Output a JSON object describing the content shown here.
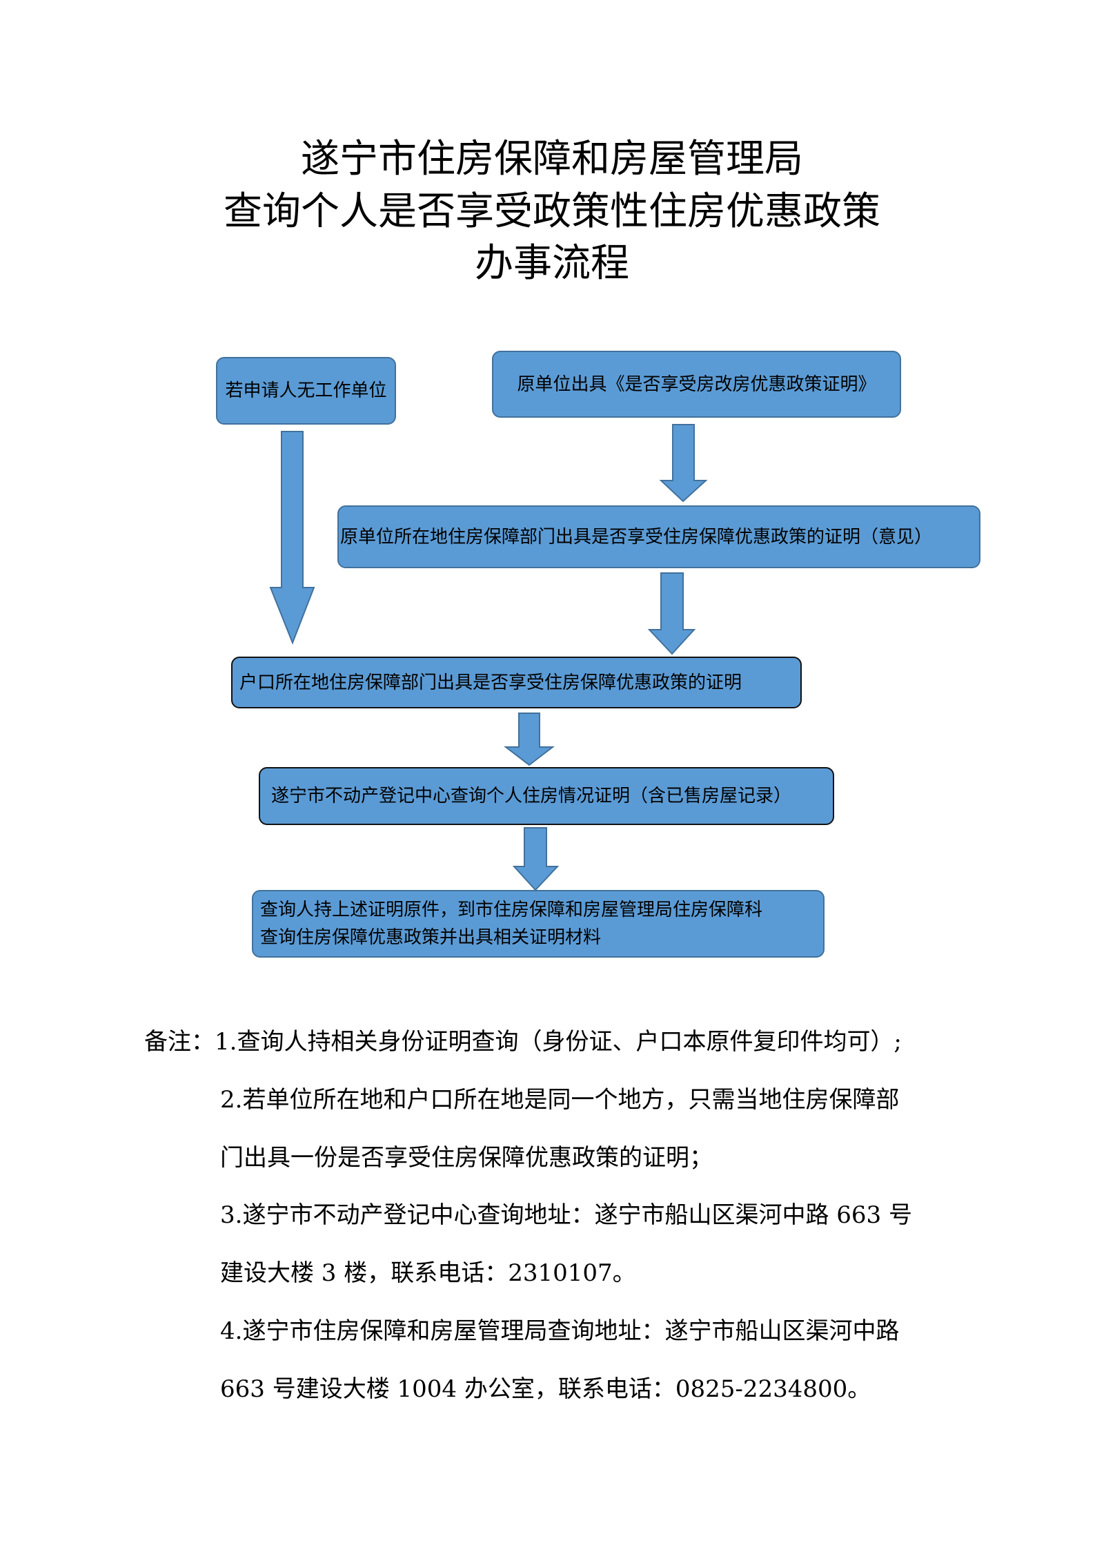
{
  "title": {
    "line1": "遂宁市住房保障和房屋管理局",
    "line2": "查询个人是否享受政策性住房优惠政策",
    "line3": "办事流程"
  },
  "flow": {
    "no_employer": "若申请人无工作单位",
    "employer_cert": "原单位出具《是否享受房改房优惠政策证明》",
    "employer_dept_cert": "原单位所在地住房保障部门出具是否享受住房保障优惠政策的证明（意见）",
    "hukou_dept_cert": "户口所在地住房保障部门出具是否享受住房保障优惠政策的证明",
    "realestate_cert": "遂宁市不动产登记中心查询个人住房情况证明（含已售房屋记录）",
    "final_line1": "查询人持上述证明原件，到市住房保障和房屋管理局住房保障科",
    "final_line2": "查询住房保障优惠政策并出具相关证明材料"
  },
  "notes": {
    "label": "备注：",
    "n1": "1.查询人持相关身份证明查询（身份证、户口本原件复印件均可）;",
    "n2a": "2.若单位所在地和户口所在地是同一个地方，只需当地住房保障部",
    "n2b": "门出具一份是否享受住房保障优惠政策的证明；",
    "n3a": "3.遂宁市不动产登记中心查询地址：遂宁市船山区渠河中路 663 号",
    "n3b": "建设大楼 3 楼，联系电话：2310107。",
    "n4a": "4.遂宁市住房保障和房屋管理局查询地址：遂宁市船山区渠河中路",
    "n4b": "663 号建设大楼 1004 办公室，联系电话：0825-2234800。"
  },
  "colors": {
    "box_fill": "#5b9bd5",
    "box_border": "#41719c"
  }
}
